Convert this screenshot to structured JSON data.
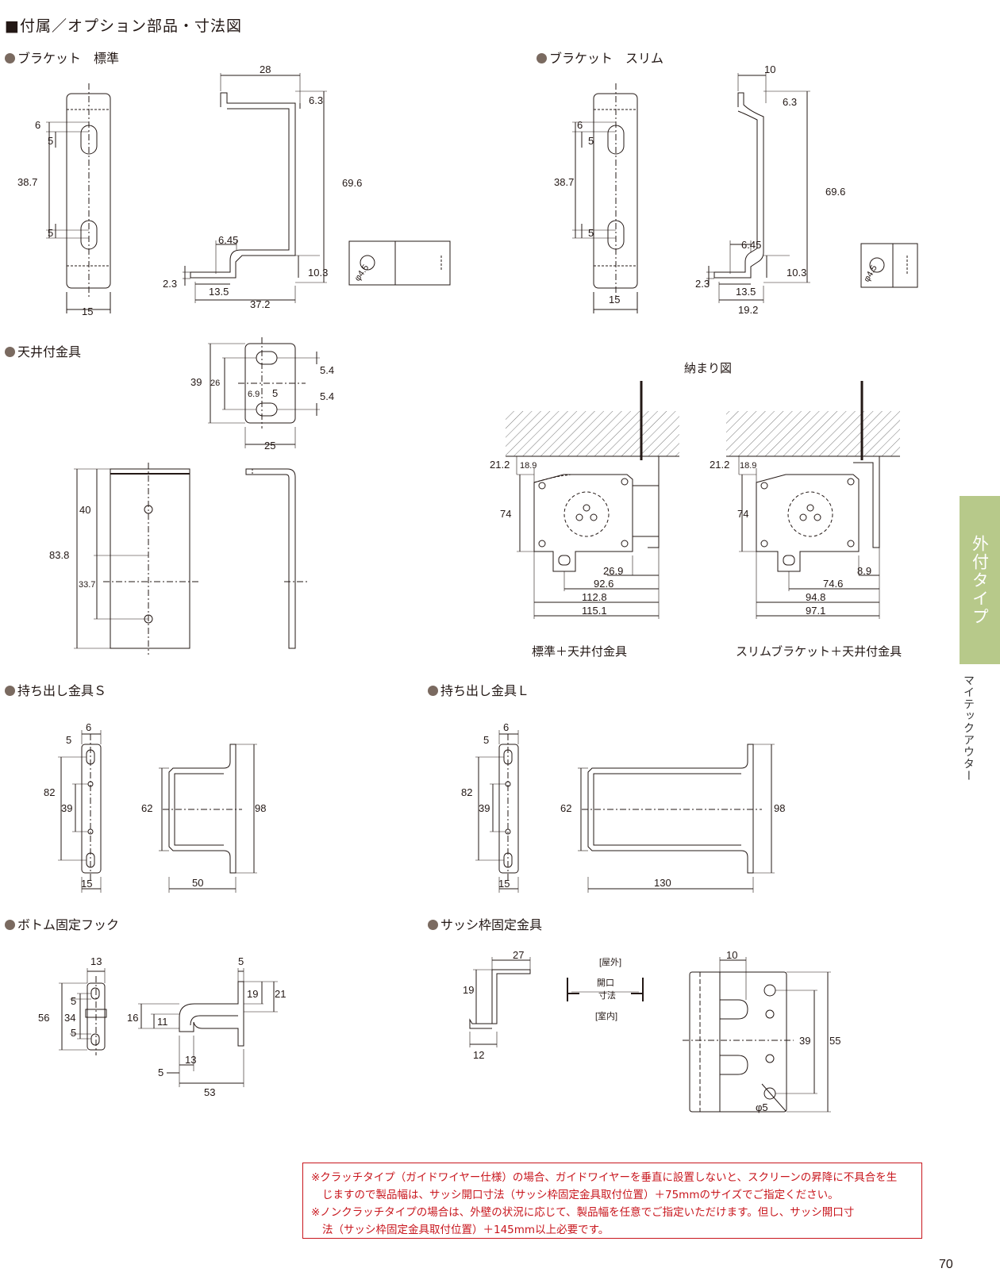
{
  "page_title": "■付属／オプション部品・寸法図",
  "sections": {
    "bracket_standard": "ブラケット　標準",
    "bracket_slim": "ブラケット　スリム",
    "ceiling": "天井付金具",
    "extension_s": "持ち出し金具Ｓ",
    "extension_l": "持ち出し金具Ｌ",
    "bottom_hook": "ボトム固定フック",
    "sash": "サッシ枠固定金具"
  },
  "install": {
    "title": "納まり図",
    "caption_standard": "標準＋天井付金具",
    "caption_slim": "スリムブラケット＋天井付金具"
  },
  "sash_labels": {
    "outside": "[屋外]",
    "opening": "開口",
    "dimension": "寸法",
    "inside": "[室内]"
  },
  "side_tab": "外付タイプ",
  "side_sub": "マイテックアウター",
  "notes": {
    "line1": "※クラッチタイプ（ガイドワイヤー仕様）の場合、ガイドワイヤーを垂直に設置しないと、スクリーンの昇降に不具合を生",
    "line2": "じますので製品幅は、サッシ開口寸法（サッシ枠固定金具取付位置）＋75mmのサイズでご指定ください。",
    "line3": "※ノンクラッチタイプの場合は、外壁の状況に応じて、製品幅を任意でご指定いただけます。但し、サッシ開口寸",
    "line4": "法（サッシ枠固定金具取付位置）＋145mm以上必要です。"
  },
  "page_number": "70",
  "dims": {
    "bs_28": "28",
    "bs_63": "6.3",
    "bs_696": "69.6",
    "bs_6": "6",
    "bs_5a": "5",
    "bs_387": "38.7",
    "bs_5b": "5",
    "bs_645": "6.45",
    "bs_103": "10.3",
    "bs_23": "2.3",
    "bs_135": "13.5",
    "bs_372": "37.2",
    "bs_15": "15",
    "bs_phi": "φ4.5",
    "sl_10": "10",
    "sl_63": "6.3",
    "sl_696": "69.6",
    "sl_6": "6",
    "sl_5a": "5",
    "sl_387": "38.7",
    "sl_5b": "5",
    "sl_645": "6.45",
    "sl_103": "10.3",
    "sl_23": "2.3",
    "sl_135": "13.5",
    "sl_192": "19.2",
    "sl_15": "15",
    "sl_phi": "φ4.5",
    "ce_39": "39",
    "ce_26": "26",
    "ce_54a": "5.4",
    "ce_54b": "5.4",
    "ce_69": "6.9",
    "ce_5": "5",
    "ce_25": "25",
    "ce_40": "40",
    "ce_838": "83.8",
    "ce_337": "33.7",
    "in_212a": "21.2",
    "in_189a": "18.9",
    "in_74a": "74",
    "in_269": "26.9",
    "in_926": "92.6",
    "in_1128": "112.8",
    "in_1151": "115.1",
    "in_212b": "21.2",
    "in_189b": "18.9",
    "in_74b": "74",
    "in_89": "8.9",
    "in_746": "74.6",
    "in_948": "94.8",
    "in_971": "97.1",
    "es_6": "6",
    "es_5": "5",
    "es_82": "82",
    "es_39": "39",
    "es_15": "15",
    "es_62": "62",
    "es_98": "98",
    "es_50": "50",
    "el_6": "6",
    "el_5": "5",
    "el_82": "82",
    "el_39": "39",
    "el_15": "15",
    "el_62": "62",
    "el_98": "98",
    "el_130": "130",
    "bh_13": "13",
    "bh_56": "56",
    "bh_5a": "5",
    "bh_34": "34",
    "bh_5b": "5",
    "bh_5t": "5",
    "bh_19": "19",
    "bh_21": "21",
    "bh_16": "16",
    "bh_11": "11",
    "bh_5": "5",
    "bh_13b": "13",
    "bh_53": "53",
    "sa_27": "27",
    "sa_19": "19",
    "sa_12": "12",
    "sa_10": "10",
    "sa_39": "39",
    "sa_55": "55",
    "sa_phi5": "φ5"
  }
}
